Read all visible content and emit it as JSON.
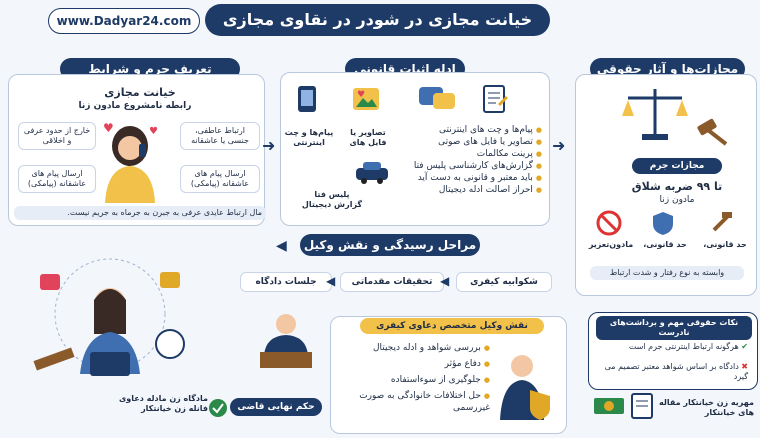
{
  "site_url": "www.Dadyar24.com",
  "title": "خیانت مجازی در شودر در نقاوی مجازی",
  "left_panel": {
    "header": "تعریف جرم و شرایط",
    "term": "خیانت مجازی",
    "subtitle": "رابطه نامشروع مادون زنا",
    "items": [
      "ارتباط عاطفی، جنسی یا عاشقانه",
      "خارج از حدود عرفی و اخلاقی",
      "ارسال پیام های عاشقانه (پیامکی)",
      "ارسال پیام های عاشقانه (پیامکی)"
    ],
    "note": "مال ارتباط عایدی عرفی به جبرن به جرماه به جریم نیست."
  },
  "middle_panel": {
    "header": "ادله اثبات قانونی",
    "icons": [
      "پیام‌ها و چت اینترنتی",
      "تصاویر یا فایل های",
      "پلیس فتا گزارش دیجیتال"
    ],
    "bullets": [
      "پیام‌ها و چت های اینترنتی",
      "تصاویر یا فایل های صوتی",
      "پرینت مکالمات",
      "گزارش‌های کارشناسی پلیس فتا",
      "باید معتبر و قانونی به دست آید",
      "احراز اصالت ادله دیجیتال"
    ]
  },
  "right_panel": {
    "header": "مجازات‌ها و آثار حقوقی",
    "crime_label": "مجازات جرم",
    "lashes": "تا ۹۹ ضربه شلاق",
    "lashes_sub": "مادون زنا",
    "punishments": [
      "حد قانونی،",
      "حد قانونی،",
      "مادون‌تعزیر"
    ],
    "note": "وابسته به نوع رفتار و شدت ارتباط"
  },
  "process": {
    "header": "مراحل رسیدگی و نقش وکیل",
    "steps": [
      "شکوابیه کیفری",
      "تحقیقات مقدماتی",
      "جلسات دادگاه"
    ],
    "lawyer_header": "نقش وکیل متخصص دعاوی کیفری",
    "lawyer_bullets": [
      "بررسی شواهد و ادله دیجیتال",
      "دفاع مؤثر",
      "جلوگیری از سوءاستفاده",
      "حل اختلافات خانوادگی به صورت غیررسمی"
    ],
    "verdict": "حکم نهایی قاضی",
    "verdict_note": "مادگاه زن مادله دعاوی فانله زن خیانتکار"
  },
  "tips": {
    "header": "نکات حقوقی مهم و برداشت‌های نادرست",
    "items": [
      {
        "mark": "✔",
        "text": "هرگونه ارتباط اینترنتی جرم است"
      },
      {
        "mark": "✖",
        "text": "دادگاه بر اساس شواهد معتبر تصمیم می گیرد"
      }
    ],
    "footer": "مهریه زن خیانتکار مقاله های خیانتکار"
  },
  "colors": {
    "navy": "#1e3a66",
    "gold": "#e0a826",
    "bg": "#f3f6fb"
  }
}
